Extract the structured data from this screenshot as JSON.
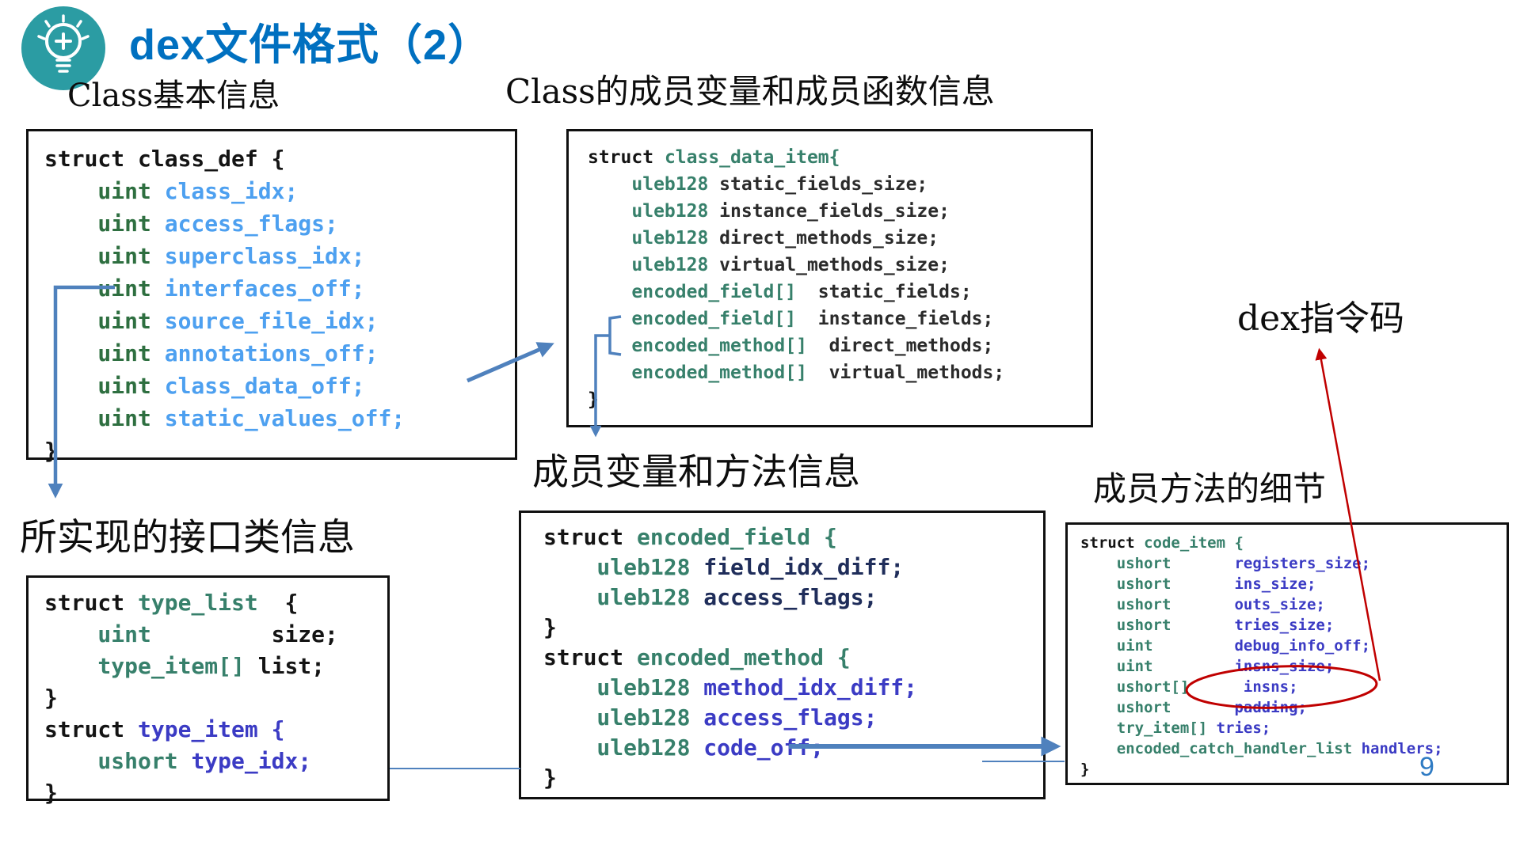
{
  "title": {
    "text": "dex文件格式（2）"
  },
  "page_number": "9",
  "labels": {
    "class_def": "Class基本信息",
    "class_data": "Class的成员变量和成员函数信息",
    "member": "成员变量和方法信息",
    "interface": "所实现的接口类信息",
    "method_detail": "成员方法的细节",
    "dex_opcode": "dex指令码"
  },
  "colors": {
    "title_blue": "#0070C0",
    "arrow_blue": "#4f81bd",
    "annotation_red": "#c00000",
    "icon_teal": "#2b9ca3",
    "type_green": "#2e6f40",
    "type_teal": "#37806b",
    "field_light_blue": "#4da0f0",
    "field_indigo": "#3b3bc4"
  },
  "icon": {
    "name": "lightbulb-badge"
  },
  "boxes": {
    "class_def": {
      "lines": [
        [
          [
            "k",
            "struct class_def {"
          ]
        ],
        [
          [
            "g",
            "    uint "
          ],
          [
            "b",
            "class_idx;"
          ]
        ],
        [
          [
            "g",
            "    uint "
          ],
          [
            "b",
            "access_flags;"
          ]
        ],
        [
          [
            "g",
            "    uint "
          ],
          [
            "b",
            "superclass_idx;"
          ]
        ],
        [
          [
            "g",
            "    uint "
          ],
          [
            "b",
            "interfaces_off;"
          ]
        ],
        [
          [
            "g",
            "    uint "
          ],
          [
            "b",
            "source_file_idx;"
          ]
        ],
        [
          [
            "g",
            "    uint "
          ],
          [
            "b",
            "annotations_off;"
          ]
        ],
        [
          [
            "g",
            "    uint "
          ],
          [
            "b",
            "class_data_off;"
          ]
        ],
        [
          [
            "g",
            "    uint "
          ],
          [
            "b",
            "static_values_off;"
          ]
        ],
        [
          [
            "k",
            "}"
          ]
        ]
      ]
    },
    "class_data": {
      "lines": [
        [
          [
            "k",
            "struct "
          ],
          [
            "t",
            "class_data_item{"
          ]
        ],
        [
          [
            "t",
            "    uleb128 "
          ],
          [
            "d",
            "static_fields_size;"
          ]
        ],
        [
          [
            "t",
            "    uleb128 "
          ],
          [
            "d",
            "instance_fields_size;"
          ]
        ],
        [
          [
            "t",
            "    uleb128 "
          ],
          [
            "d",
            "direct_methods_size;"
          ]
        ],
        [
          [
            "t",
            "    uleb128 "
          ],
          [
            "d",
            "virtual_methods_size;"
          ]
        ],
        [
          [
            "t",
            "    encoded_field[]"
          ],
          [
            "d",
            "  static_fields;"
          ]
        ],
        [
          [
            "t",
            "    encoded_field[]"
          ],
          [
            "d",
            "  instance_fields;"
          ]
        ],
        [
          [
            "t",
            "    encoded_method[]"
          ],
          [
            "d",
            "  direct_methods;"
          ]
        ],
        [
          [
            "t",
            "    encoded_method[]"
          ],
          [
            "d",
            "  virtual_methods;"
          ]
        ],
        [
          [
            "k",
            "}"
          ]
        ]
      ]
    },
    "encoded": {
      "lines": [
        [
          [
            "k",
            "struct "
          ],
          [
            "t",
            "encoded_field {"
          ]
        ],
        [
          [
            "t",
            "    uleb128 "
          ],
          [
            "n",
            "field_idx_diff;"
          ]
        ],
        [
          [
            "t",
            "    uleb128 "
          ],
          [
            "n",
            "access_flags;"
          ]
        ],
        [
          [
            "k",
            "}"
          ]
        ],
        [
          [
            "k",
            "struct "
          ],
          [
            "t",
            "encoded_method {"
          ]
        ],
        [
          [
            "t",
            "    uleb128 "
          ],
          [
            "i",
            "method_idx_diff;"
          ]
        ],
        [
          [
            "t",
            "    uleb128 "
          ],
          [
            "i",
            "access_flags;"
          ]
        ],
        [
          [
            "t",
            "    uleb128 "
          ],
          [
            "i",
            "code_off;"
          ]
        ],
        [
          [
            "k",
            "}"
          ]
        ]
      ]
    },
    "type_list": {
      "lines": [
        [
          [
            "k",
            "struct "
          ],
          [
            "t",
            "type_list"
          ],
          [
            "k",
            "  {"
          ]
        ],
        [
          [
            "t",
            "    uint"
          ],
          [
            "k",
            "         size;"
          ]
        ],
        [
          [
            "t",
            "    type_item[]"
          ],
          [
            "k",
            " list;"
          ]
        ],
        [
          [
            "k",
            "}"
          ]
        ],
        [
          [
            "k",
            "struct "
          ],
          [
            "i",
            "type_item {"
          ]
        ],
        [
          [
            "t",
            "    ushort "
          ],
          [
            "i",
            "type_idx;"
          ]
        ],
        [
          [
            "k",
            "}"
          ]
        ]
      ]
    },
    "code_item": {
      "lines": [
        [
          [
            "k",
            "struct "
          ],
          [
            "t",
            "code_item {"
          ]
        ],
        [
          [
            "t",
            "    ushort"
          ],
          [
            "i",
            "       registers_size;"
          ]
        ],
        [
          [
            "t",
            "    ushort"
          ],
          [
            "i",
            "       ins_size;"
          ]
        ],
        [
          [
            "t",
            "    ushort"
          ],
          [
            "i",
            "       outs_size;"
          ]
        ],
        [
          [
            "t",
            "    ushort"
          ],
          [
            "i",
            "       tries_size;"
          ]
        ],
        [
          [
            "t",
            "    uint"
          ],
          [
            "i",
            "         debug_info_off;"
          ]
        ],
        [
          [
            "t",
            "    uint"
          ],
          [
            "i",
            "         insns_size;"
          ]
        ],
        [
          [
            "t",
            "    ushort[]"
          ],
          [
            "i",
            "      insns;"
          ]
        ],
        [
          [
            "t",
            "    ushort"
          ],
          [
            "i",
            "       padding;"
          ]
        ],
        [
          [
            "t",
            "    try_item[]"
          ],
          [
            "i",
            " tries;"
          ]
        ],
        [
          [
            "t",
            "    encoded_catch_handler_list"
          ],
          [
            "i",
            " handlers;"
          ]
        ],
        [
          [
            "k",
            "}"
          ]
        ]
      ]
    }
  }
}
